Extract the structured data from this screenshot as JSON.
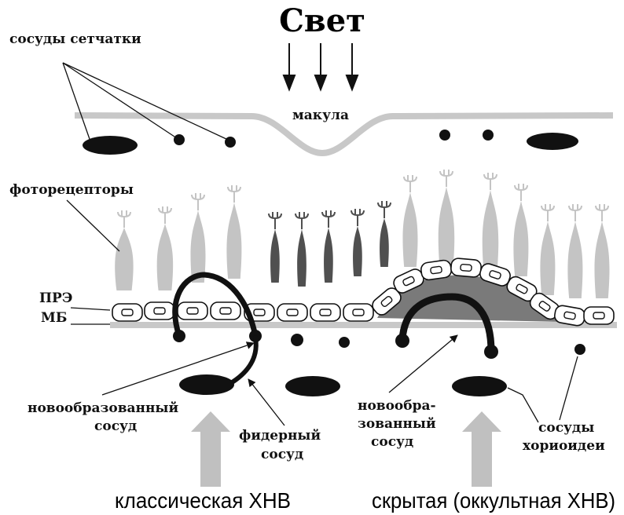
{
  "title": "Свет",
  "labels": {
    "retinal_vessels": "сосуды сетчатки",
    "macula": "макула",
    "photoreceptors": "фоторецепторы",
    "rpe": "ПРЭ",
    "bm": "МБ",
    "new_vessel_left_1": "новообразованный",
    "new_vessel_left_2": "сосуд",
    "feeder_1": "фидерный",
    "feeder_2": "сосуд",
    "new_vessel_right_1": "новообра-",
    "new_vessel_right_2": "зованный",
    "new_vessel_right_3": "сосуд",
    "choroid_1": "сосуды",
    "choroid_2": "хориоидеи"
  },
  "captions": {
    "classic": "классическая ХНВ",
    "occult": "скрытая (оккультная ХНВ)"
  },
  "colors": {
    "ink": "#111111",
    "retina_layer": "#c8c8c8",
    "photoreceptor_light": "#c4c4c4",
    "photoreceptor_dark": "#505050",
    "fluid": "#7a7a7a",
    "arrow_gray": "#c0c0c0"
  }
}
